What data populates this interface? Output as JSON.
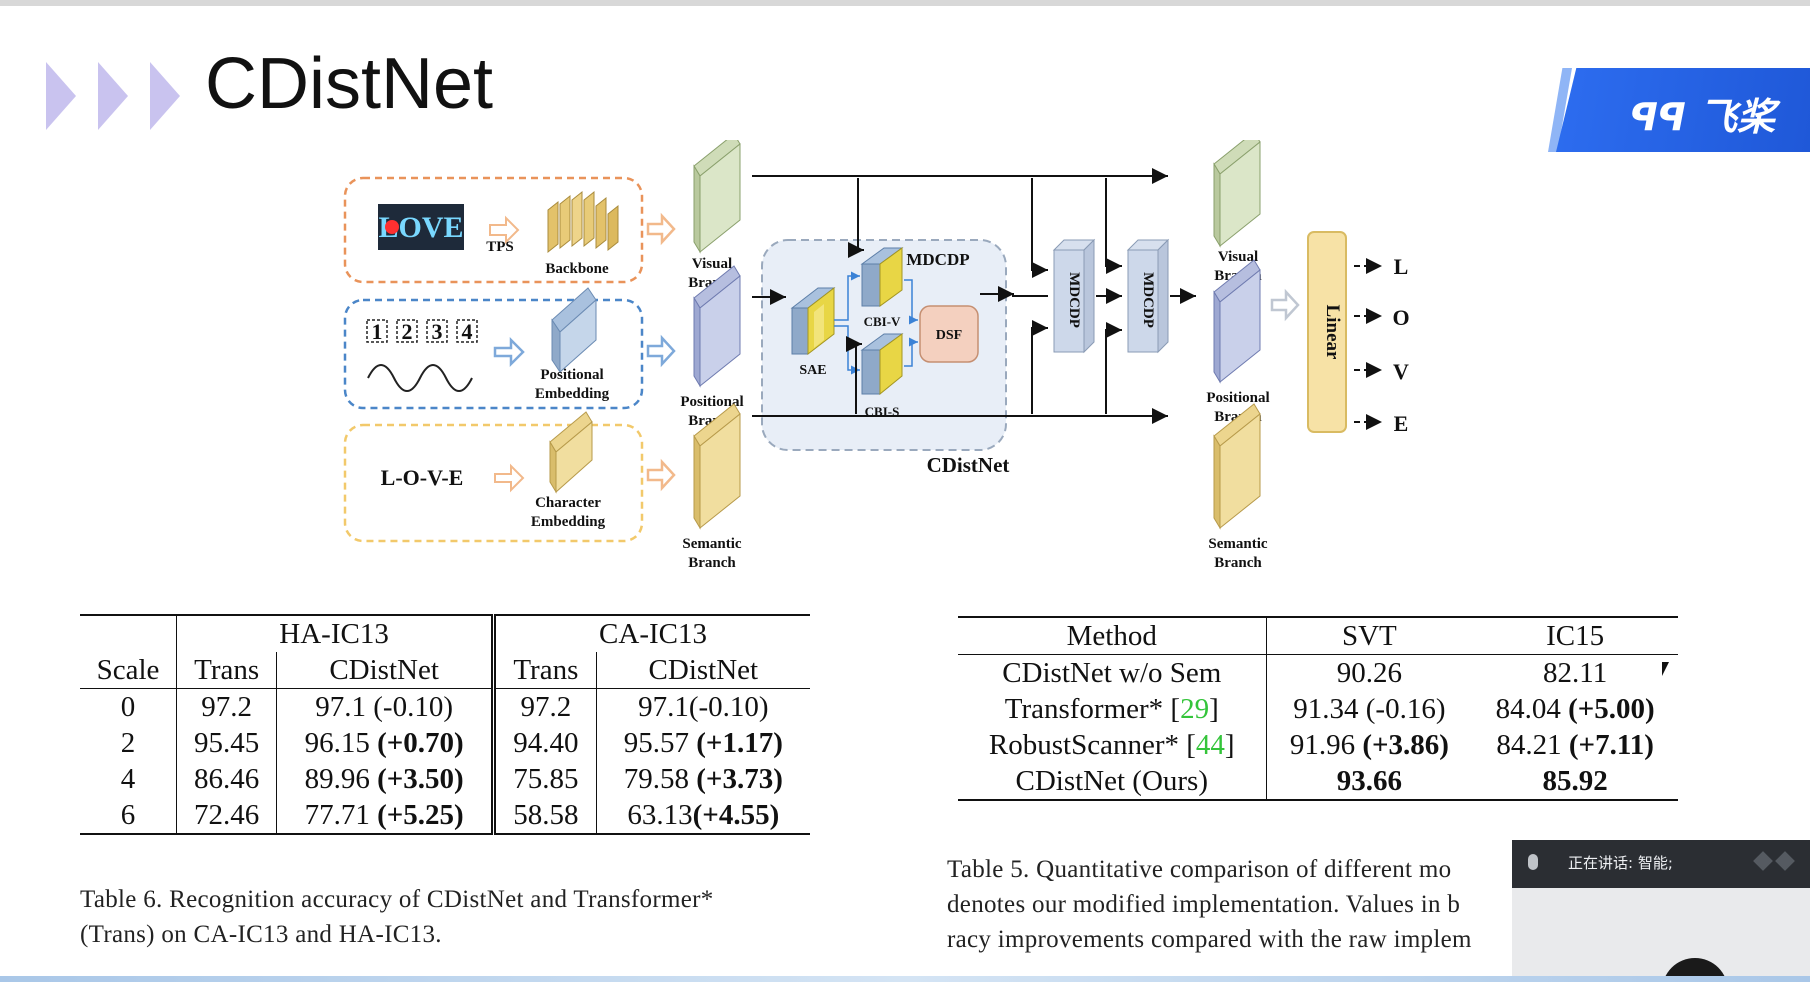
{
  "slide": {
    "title": "CDistNet",
    "brand": "飞桨",
    "colors": {
      "chevron": "#c9c3ef",
      "brand_blue": "#2d6df0",
      "highlight_green": "#34c43a"
    }
  },
  "diagram": {
    "input_image_text": "LOVE",
    "tps": "TPS",
    "backbone": "Backbone",
    "position_digits": [
      "1",
      "2",
      "3",
      "4"
    ],
    "positional_embedding": [
      "Positional",
      "Embedding"
    ],
    "sequence_text": "L-O-V-E",
    "character_embedding": [
      "Character",
      "Embedding"
    ],
    "visual_branch": [
      "Visual",
      "Branch"
    ],
    "positional_branch": [
      "Positional",
      "Branch"
    ],
    "semantic_branch": [
      "Semantic",
      "Branch"
    ],
    "mdcdp_title": "MDCDP",
    "sae": "SAE",
    "cbi_v": "CBI-V",
    "cbi_s": "CBI-S",
    "dsf": "DSF",
    "mdcdp_block": "MDCDP",
    "network_name": "CDistNet",
    "linear": "Linear",
    "outputs": [
      "L",
      "O",
      "V",
      "E"
    ]
  },
  "table6": {
    "group_headers": [
      "HA-IC13",
      "CA-IC13"
    ],
    "col_headers": [
      "Scale",
      "Trans",
      "CDistNet",
      "Trans",
      "CDistNet"
    ],
    "rows": [
      {
        "scale": "0",
        "ha_trans": "97.2",
        "ha_cd": "97.1",
        "ha_delta": "(-0.10)",
        "ca_trans": "97.2",
        "ca_cd": "97.1",
        "ca_delta": "(-0.10)"
      },
      {
        "scale": "2",
        "ha_trans": "95.45",
        "ha_cd": "96.15",
        "ha_delta": "(+0.70)",
        "ca_trans": "94.40",
        "ca_cd": "95.57",
        "ca_delta": "(+1.17)"
      },
      {
        "scale": "4",
        "ha_trans": "86.46",
        "ha_cd": "89.96",
        "ha_delta": "(+3.50)",
        "ca_trans": "75.85",
        "ca_cd": "79.58",
        "ca_delta": "(+3.73)"
      },
      {
        "scale": "6",
        "ha_trans": "72.46",
        "ha_cd": "77.71",
        "ha_delta": "(+5.25)",
        "ca_trans": "58.58",
        "ca_cd": "63.13",
        "ca_delta": "(+4.55)"
      }
    ],
    "caption_line1": "Table 6.  Recognition accuracy of CDistNet and Transformer*",
    "caption_line2": "(Trans) on CA-IC13 and HA-IC13."
  },
  "table5": {
    "headers": [
      "Method",
      "SVT",
      "IC15"
    ],
    "rows": [
      {
        "method": "CDistNet w/o Sem",
        "ref": "",
        "svt": "90.26",
        "svt_delta": "",
        "ic15": "82.11",
        "ic15_delta": ""
      },
      {
        "method": "Transformer* [",
        "ref": "29",
        "ref_close": "]",
        "svt": "91.34",
        "svt_delta": "(-0.16)",
        "ic15": "84.04",
        "ic15_delta": "(+5.00)"
      },
      {
        "method": "RobustScanner* [",
        "ref": "44",
        "ref_close": "]",
        "svt": "91.96",
        "svt_delta": "(+3.86)",
        "ic15": "84.21",
        "ic15_delta": "(+7.11)"
      },
      {
        "method": "CDistNet (Ours)",
        "ref": "",
        "svt": "93.66",
        "svt_delta": "",
        "ic15": "85.92",
        "ic15_delta": ""
      }
    ],
    "caption_line1": "Table 5.  Quantitative comparison of different mo",
    "caption_line2": "denotes our modified implementation. Values in b",
    "caption_line3": "racy improvements compared with the raw implem"
  },
  "video": {
    "speaking_label": "正在讲话: 智能;"
  }
}
